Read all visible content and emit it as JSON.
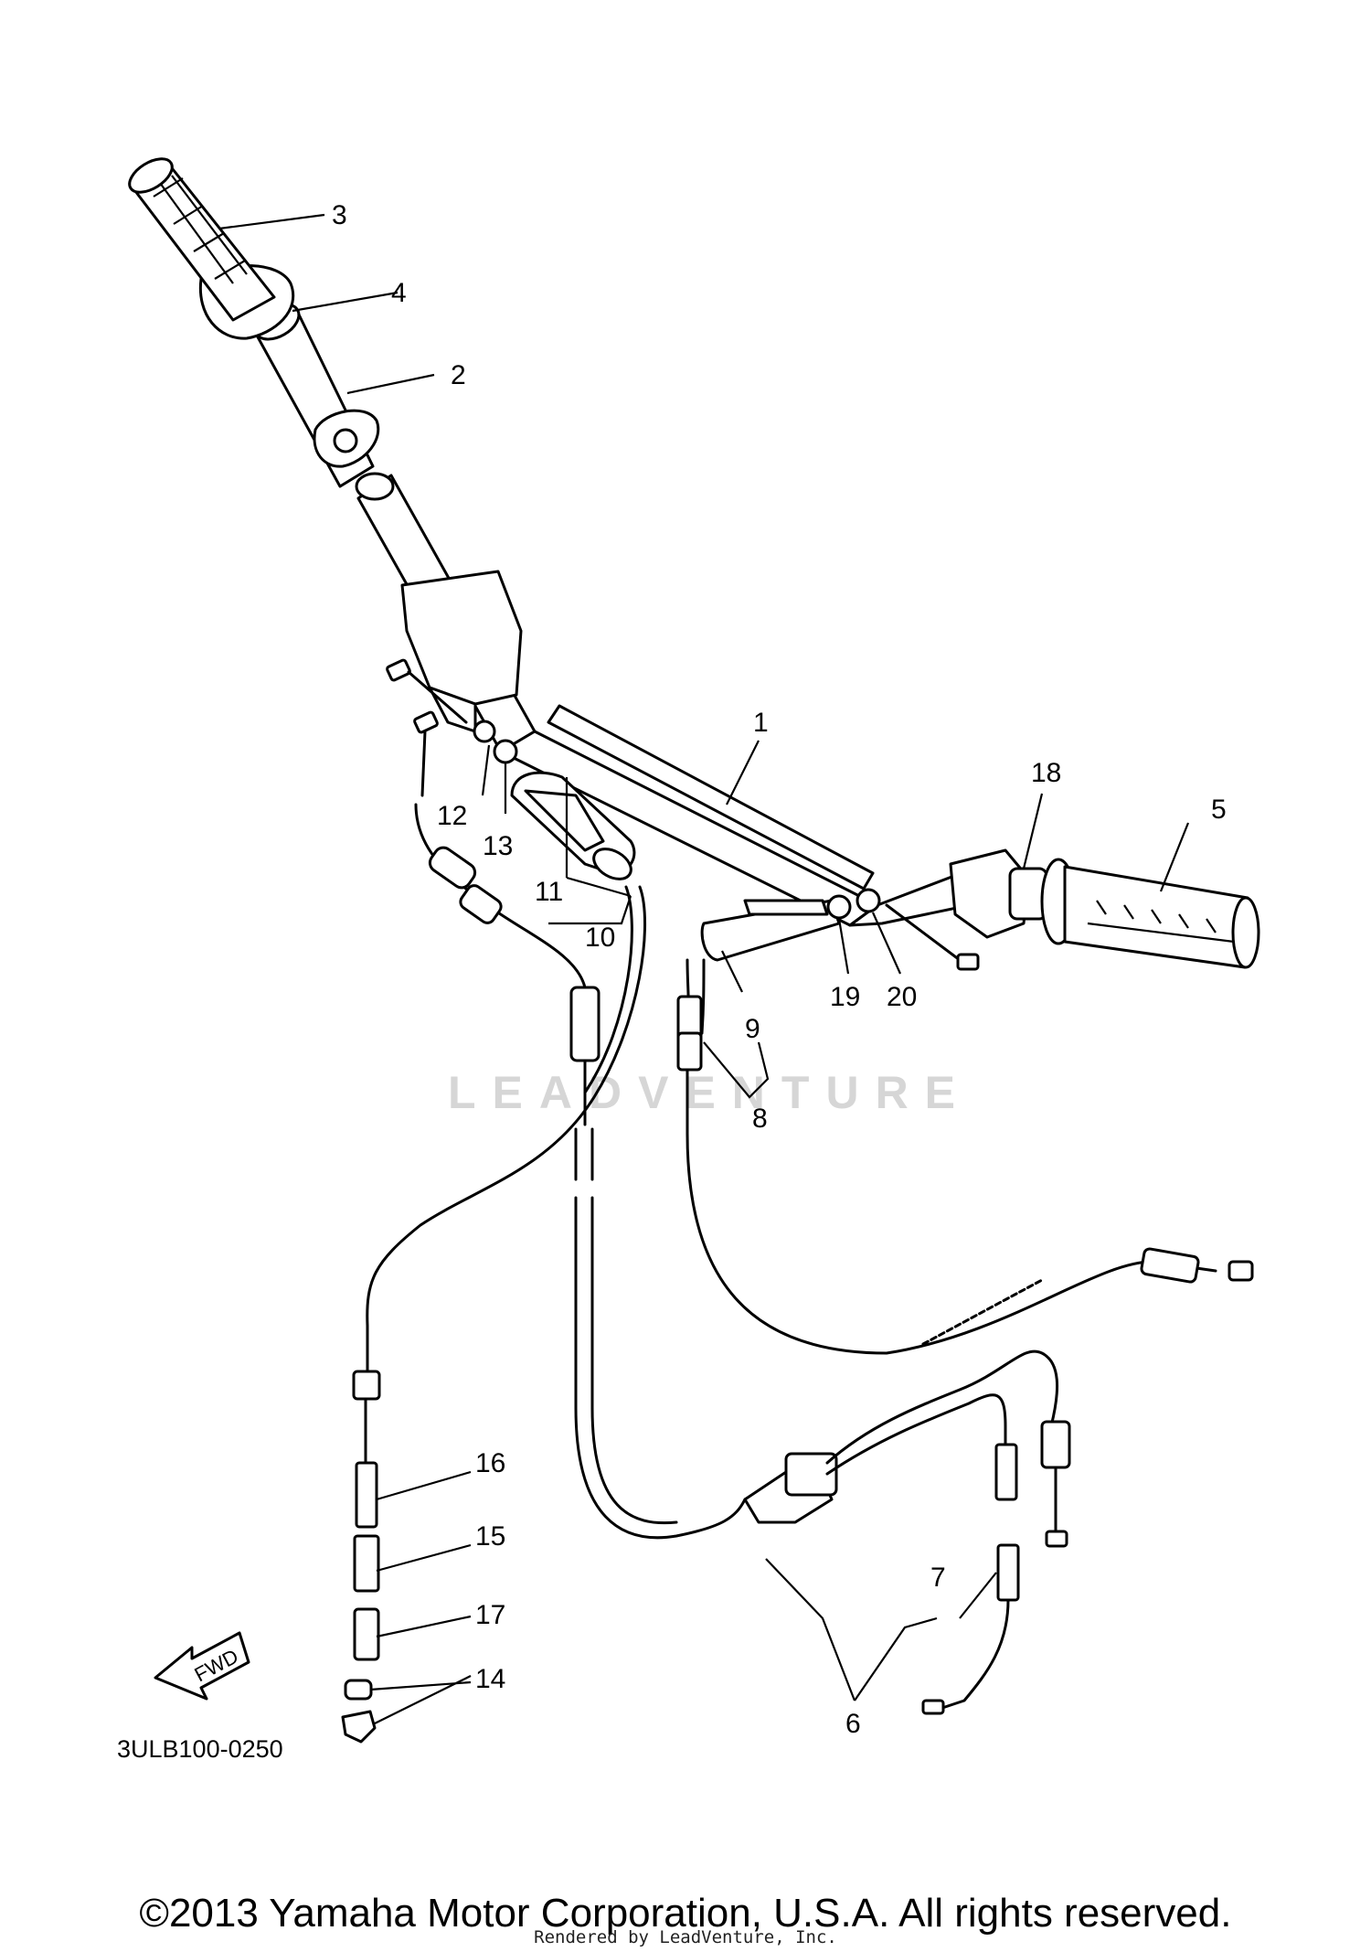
{
  "diagram_code": "3ULB100-0250",
  "watermark": "LEADVENTURE",
  "fwd_label": "FWD",
  "copyright": "©2013 Yamaha Motor Corporation, U.S.A. All rights reserved.",
  "rendered_by": "Rendered by LeadVenture, Inc.",
  "callouts": {
    "c1": "1",
    "c2": "2",
    "c3": "3",
    "c4": "4",
    "c5": "5",
    "c6": "6",
    "c7": "7",
    "c8": "8",
    "c9": "9",
    "c10": "10",
    "c11": "11",
    "c12": "12",
    "c13": "13",
    "c14": "14",
    "c15": "15",
    "c16": "16",
    "c17": "17",
    "c18": "18",
    "c19": "19",
    "c20": "20"
  }
}
